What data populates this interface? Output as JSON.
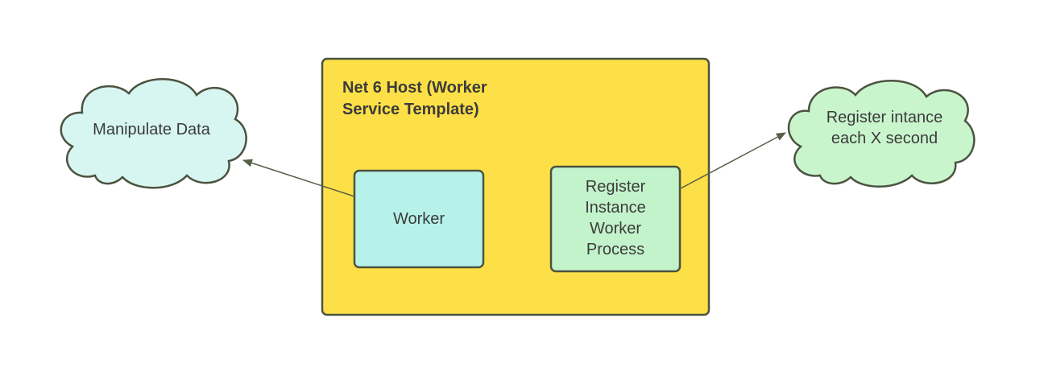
{
  "colors": {
    "host_fill": "#fde047",
    "worker_fill": "#b6f2ea",
    "register_fill": "#c3f3cb",
    "cloud_left_fill": "#d7f6f1",
    "cloud_right_fill": "#c9f5cc",
    "stroke": "#4c5340",
    "connector": "#566048"
  },
  "host": {
    "title": "Net 6 Host (Worker\nService Template)"
  },
  "worker": {
    "label": "Worker"
  },
  "register_process": {
    "label": "Register\nInstance\nWorker\nProcess"
  },
  "cloud_left": {
    "label": "Manipulate Data"
  },
  "cloud_right": {
    "label": "Register intance\neach X second"
  }
}
